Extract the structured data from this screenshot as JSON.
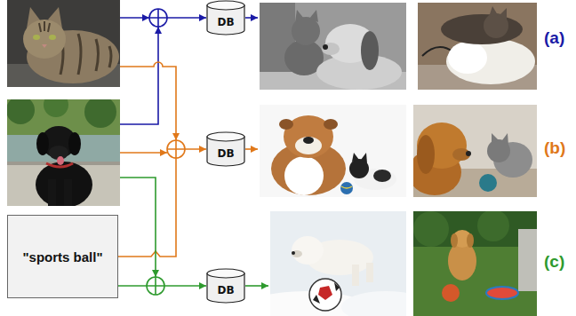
{
  "diagram": {
    "nodes": [
      {
        "text": [
          "DB"
        ]
      },
      {
        "text": [
          "DB"
        ]
      },
      {
        "text": [
          "\"sports ball\""
        ]
      },
      {
        "text": [
          "DB"
        ]
      }
    ],
    "edges": [
      {
        "from": 2,
        "to": 1,
        "arrow": "to"
      },
      {
        "from": 2,
        "to": 3,
        "arrow": "to"
      }
    ],
    "labels": [
      "(a)",
      "(b)",
      "(c)"
    ]
  }
}
